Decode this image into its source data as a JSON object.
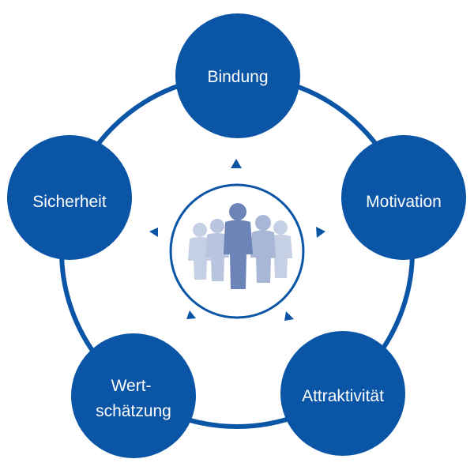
{
  "colors": {
    "primary": "#0a55a6",
    "center_ring": "#0a55a6",
    "person_dark": "#6d84b8",
    "person_mid": "#9aabcf",
    "person_light": "#c6d0e4",
    "background": "#ffffff"
  },
  "nodes": [
    {
      "id": "bindung",
      "lines": [
        "Bindung"
      ]
    },
    {
      "id": "motivation",
      "lines": [
        "Motivation"
      ]
    },
    {
      "id": "attraktivitaet",
      "lines": [
        "Attraktivität"
      ]
    },
    {
      "id": "wertschaetzung",
      "lines": [
        "Wert-",
        "schätzung"
      ]
    },
    {
      "id": "sicherheit",
      "lines": [
        "Sicherheit"
      ]
    }
  ],
  "center": {
    "icon": "people-group-icon"
  }
}
